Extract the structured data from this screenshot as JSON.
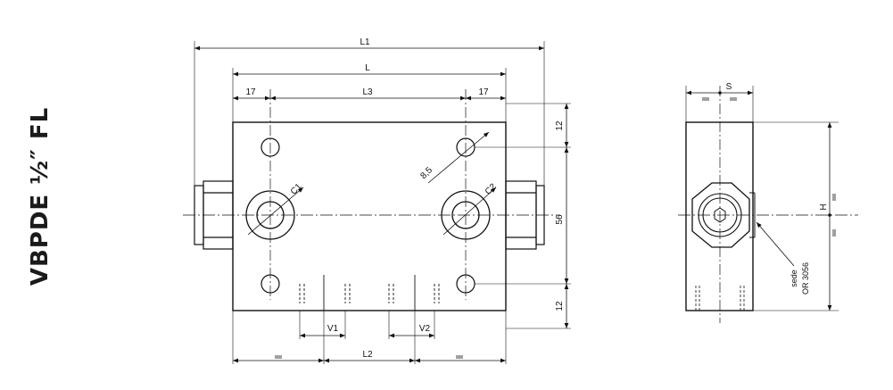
{
  "title": "VBPDE ½″ FL",
  "front_view": {
    "dims": {
      "L1": "L1",
      "L": "L",
      "L3": "L3",
      "left_offset": "17",
      "right_offset": "17",
      "hole": "8,5",
      "port_C1": "C1",
      "port_C2": "C2",
      "top_margin": "12",
      "hole_spacing": "56",
      "bottom_margin": "12",
      "V1": "V1",
      "V2": "V2",
      "L2": "L2"
    }
  },
  "side_view": {
    "dims": {
      "S": "S",
      "H": "H",
      "seat_1": "sede",
      "seat_2": "OR 3056"
    }
  }
}
